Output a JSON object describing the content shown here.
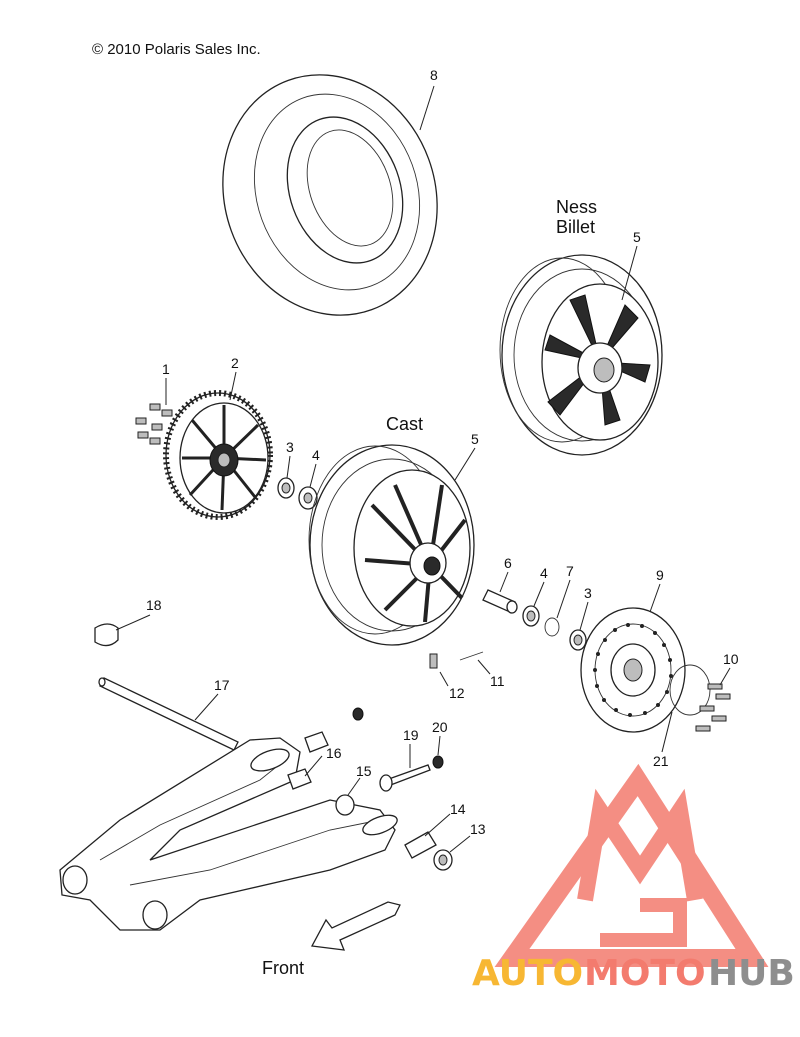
{
  "copyright": "© 2010 Polaris Sales Inc.",
  "variant_labels": {
    "ness_line1": "Ness",
    "ness_line2": "Billet",
    "cast": "Cast"
  },
  "direction_label": "Front",
  "callouts": {
    "c1": "1",
    "c2": "2",
    "c3a": "3",
    "c3b": "3",
    "c4a": "4",
    "c4b": "4",
    "c5a": "5",
    "c5b": "5",
    "c6": "6",
    "c7": "7",
    "c8": "8",
    "c9": "9",
    "c10": "10",
    "c11": "11",
    "c12": "12",
    "c13": "13",
    "c14": "14",
    "c15": "15",
    "c16": "16",
    "c17": "17",
    "c18": "18",
    "c19": "19",
    "c20": "20",
    "c21": "21"
  },
  "watermark": {
    "text_part1": "AUTO",
    "text_part2": "MOTO",
    "text_part3": "HUB",
    "color_primary": "#f37b6e",
    "color_secondary": "#f7b733",
    "color_tertiary": "#8e8e8e"
  }
}
